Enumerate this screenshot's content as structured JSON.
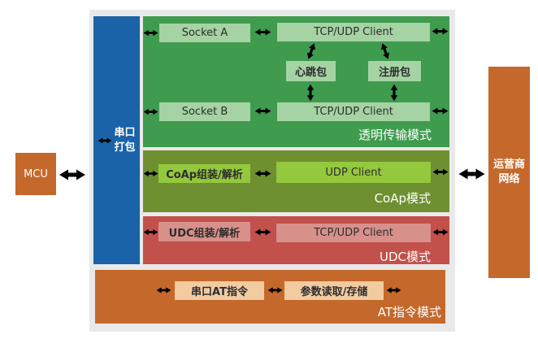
{
  "mcu": {
    "label": "MCU"
  },
  "carrier": {
    "line1": "运营商",
    "line2": "网络"
  },
  "serial_bar": {
    "line1": "串口",
    "line2": "打包"
  },
  "transparent": {
    "socket_a": "Socket A",
    "tcp_top": "TCP/UDP Client",
    "heartbeat": "心跳包",
    "register": "注册包",
    "socket_b": "Socket B",
    "tcp_bottom": "TCP/UDP Client",
    "mode": "透明传输模式"
  },
  "coap": {
    "assemble": "CoAp组装/解析",
    "udp": "UDP Client",
    "mode": "CoAp模式"
  },
  "udc": {
    "assemble": "UDC组装/解析",
    "tcp": "TCP/UDP Client",
    "mode": "UDC模式"
  },
  "at": {
    "serial": "串口AT指令",
    "param": "参数读取/存储",
    "mode": "AT指令模式"
  },
  "icons": {
    "double_arrow": "⇔"
  },
  "colors": {
    "orange": "#c4682b",
    "blue": "#1a63a8",
    "dark_green": "#3f9b4e",
    "light_green": "#a6d3a4",
    "olive": "#6f9030",
    "bright_green": "#94c83d",
    "red": "#c1514a",
    "pink": "#d7908a",
    "peach": "#f2cba1",
    "container_gray": "#e9e9e9",
    "text_dark": "#2d2d2d",
    "text_light": "#ffffff"
  }
}
